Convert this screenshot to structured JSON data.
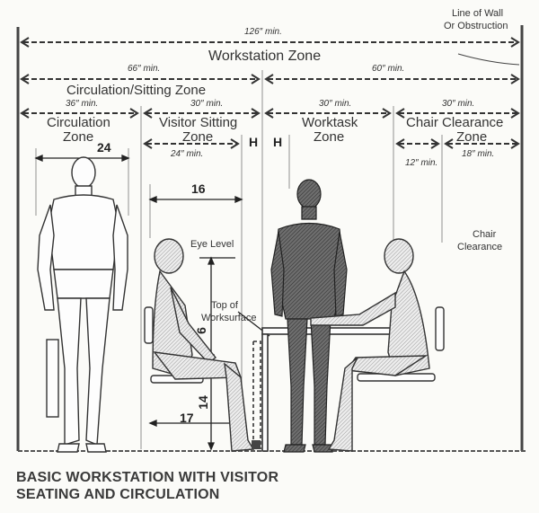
{
  "dims": {
    "d126": "126″ min.",
    "d66": "66″ min.",
    "d60": "60″ min.",
    "d36": "36″ min.",
    "d30a": "30″ min.",
    "d30b": "30″ min.",
    "d30c": "30″ min.",
    "d24": "24″ min.",
    "d12": "12″ min.",
    "d18": "18″ min."
  },
  "zones": {
    "workstation": "Workstation Zone",
    "circ_sitting": "Circulation/Sitting Zone",
    "circulation_1": "Circulation",
    "circulation_2": "Zone",
    "visitor_1": "Visitor Sitting",
    "visitor_2": "Zone",
    "worktask_1": "Worktask",
    "worktask_2": "Zone",
    "chair_1": "Chair Clearance",
    "chair_2": "Zone"
  },
  "notes": {
    "wall_1": "Line of Wall",
    "wall_2": "Or Obstruction",
    "eye_level": "Eye Level",
    "top_1": "Top of",
    "top_2": "Worksurface",
    "chair_clear_1": "Chair",
    "chair_clear_2": "Clearance",
    "h1": "H",
    "h2": "H"
  },
  "numbers": {
    "n24": "24",
    "n16": "16",
    "n6": "6",
    "n14": "14",
    "n17": "17"
  },
  "caption": {
    "line1": "BASIC WORKSTATION WITH VISITOR",
    "line2": "SEATING AND CIRCULATION"
  }
}
